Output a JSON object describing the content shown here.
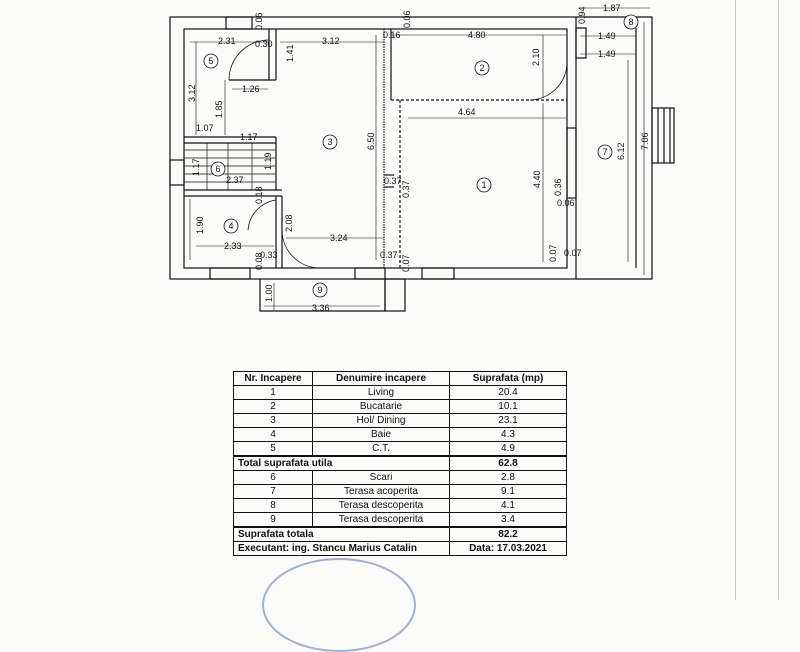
{
  "plan": {
    "room_numbers": [
      "1",
      "2",
      "3",
      "4",
      "5",
      "6",
      "7",
      "8",
      "9"
    ],
    "dimensions": {
      "d_231": "2.31",
      "d_030": "0.30",
      "d_006a": "0.06",
      "d_312": "3.12",
      "d_141": "1.41",
      "d_016": "0.16",
      "d_006b": "0.06",
      "d_480": "4.80",
      "d_094": "0.94",
      "d_187": "1.87",
      "d_149a": "1.49",
      "d_149b": "1.49",
      "d_312b": "3.12",
      "d_126": "1.26",
      "d_185": "1.85",
      "d_107": "1.07",
      "d_117": "1.17",
      "d_210": "2.10",
      "d_464": "4.64",
      "d_650": "6.50",
      "d_117b": "1.17",
      "d_119": "1.19",
      "d_237": "2.37",
      "d_037a": "0.37",
      "d_037b": "0.37",
      "d_440": "4.40",
      "d_036": "0.36",
      "d_006c": "0.06",
      "d_612": "6.12",
      "d_706": "7.06",
      "d_018": "0.18",
      "d_190": "1.90",
      "d_233": "2.33",
      "d_208": "2.08",
      "d_324": "3.24",
      "d_037c": "0.37",
      "d_007a": "0.07",
      "d_007b": "0.07",
      "d_007c": "0.07",
      "d_008": "0.08",
      "d_033": "0.33",
      "d_100": "1.00",
      "d_336": "3.36"
    }
  },
  "schedule": {
    "headers": [
      "Nr. Incapere",
      "Denumire incapere",
      "Suprafata (mp)"
    ],
    "rows_main": [
      {
        "nr": "1",
        "name": "Living",
        "area": "20.4"
      },
      {
        "nr": "2",
        "name": "Bucatarie",
        "area": "10.1"
      },
      {
        "nr": "3",
        "name": "Hol/ Dining",
        "area": "23.1"
      },
      {
        "nr": "4",
        "name": "Baie",
        "area": "4.3"
      },
      {
        "nr": "5",
        "name": "C.T.",
        "area": "4.9"
      }
    ],
    "total_util_label": "Total suprafata utila",
    "total_util_value": "62.8",
    "rows_extra": [
      {
        "nr": "6",
        "name": "Scari",
        "area": "2.8"
      },
      {
        "nr": "7",
        "name": "Terasa acoperita",
        "area": "9.1"
      },
      {
        "nr": "8",
        "name": "Terasa descoperita",
        "area": "4.1"
      },
      {
        "nr": "9",
        "name": "Terasa descoperita",
        "area": "3.4"
      }
    ],
    "total_label": "Suprafata totala",
    "total_value": "82.2",
    "executant_label": "Executant: ing. Stancu Marius Catalin",
    "date_label": "Data: 17.03.2021"
  }
}
